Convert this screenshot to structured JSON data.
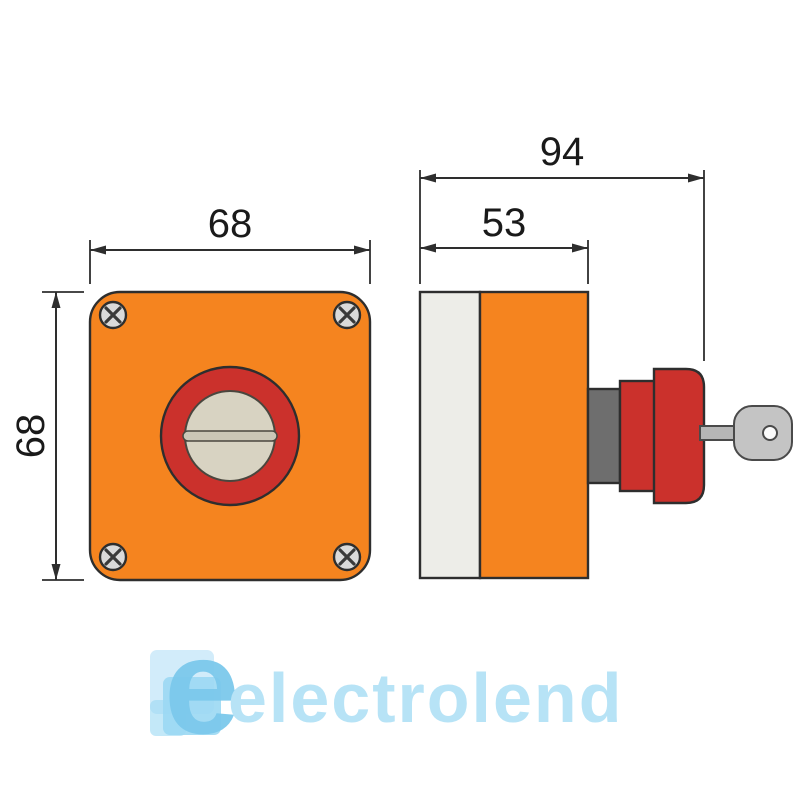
{
  "drawing": {
    "front_view": {
      "width_label": "68",
      "height_label": "68"
    },
    "side_view": {
      "overall_depth_label": "94",
      "body_depth_label": "53"
    }
  },
  "watermark": {
    "logo_letter": "e",
    "text": "electrolend"
  },
  "colors": {
    "orange": "#F5841F",
    "red": "#CB312C",
    "button_face": "#D8D3C2",
    "slot_gray": "#CBC6B6",
    "lid_gray": "#EDEDE8",
    "cylinder_gray": "#6E6E6E",
    "screw_gray": "#DADADA",
    "key_gray": "#C4C4C4",
    "key_blade_gray": "#B6B6B6",
    "key_hole_white": "#FBFBFB",
    "dim_text": "#1A1A1A",
    "wm_square_light": "#D2ECFA",
    "wm_square_mid": "#9BD8F3",
    "wm_letter_blue": "#7CC9EC",
    "wm_text_blue": "#B7E3F6"
  }
}
